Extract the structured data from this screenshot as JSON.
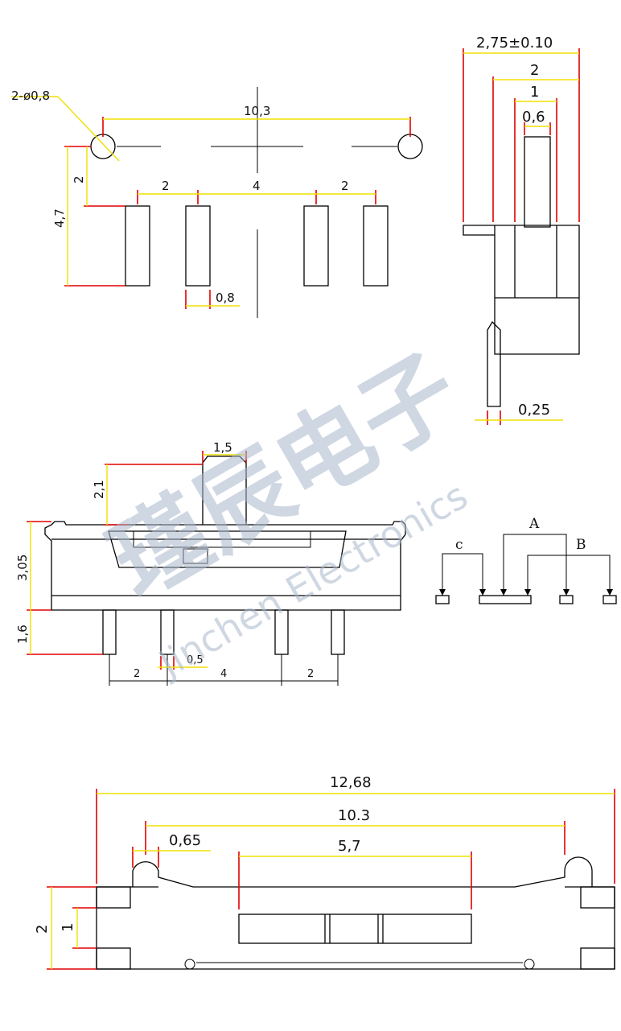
{
  "top_view": {
    "hole_label": "2-ø0,8",
    "hole_span": "10,3",
    "row_offset": "2",
    "overall_height": "4,7",
    "pitch_left": "2",
    "pitch_center": "4",
    "pitch_right": "2",
    "pad_width": "0,8"
  },
  "side_view": {
    "overall_width": "2,75±0.10",
    "body_width": "2",
    "actuator_span": "1",
    "actuator_width": "0,6",
    "pin_thickness": "0,25"
  },
  "front_view": {
    "actuator_width": "1,5",
    "actuator_height": "2,1",
    "body_height": "3,05",
    "pin_length": "1,6",
    "pitch_left": "2",
    "pin_width": "0,5",
    "pitch_center": "4",
    "pitch_right": "2"
  },
  "schematic": {
    "terminal_c": "c",
    "terminal_a": "A",
    "terminal_b": "B"
  },
  "bottom_view": {
    "overall_length": "12,68",
    "hole_span": "10.3",
    "tab_width": "0,65",
    "slot_length": "5,7",
    "height": "2",
    "inner_height": "1"
  },
  "watermark": {
    "chinese": "瑾辰电子",
    "english": "Jinchen Electronics"
  }
}
